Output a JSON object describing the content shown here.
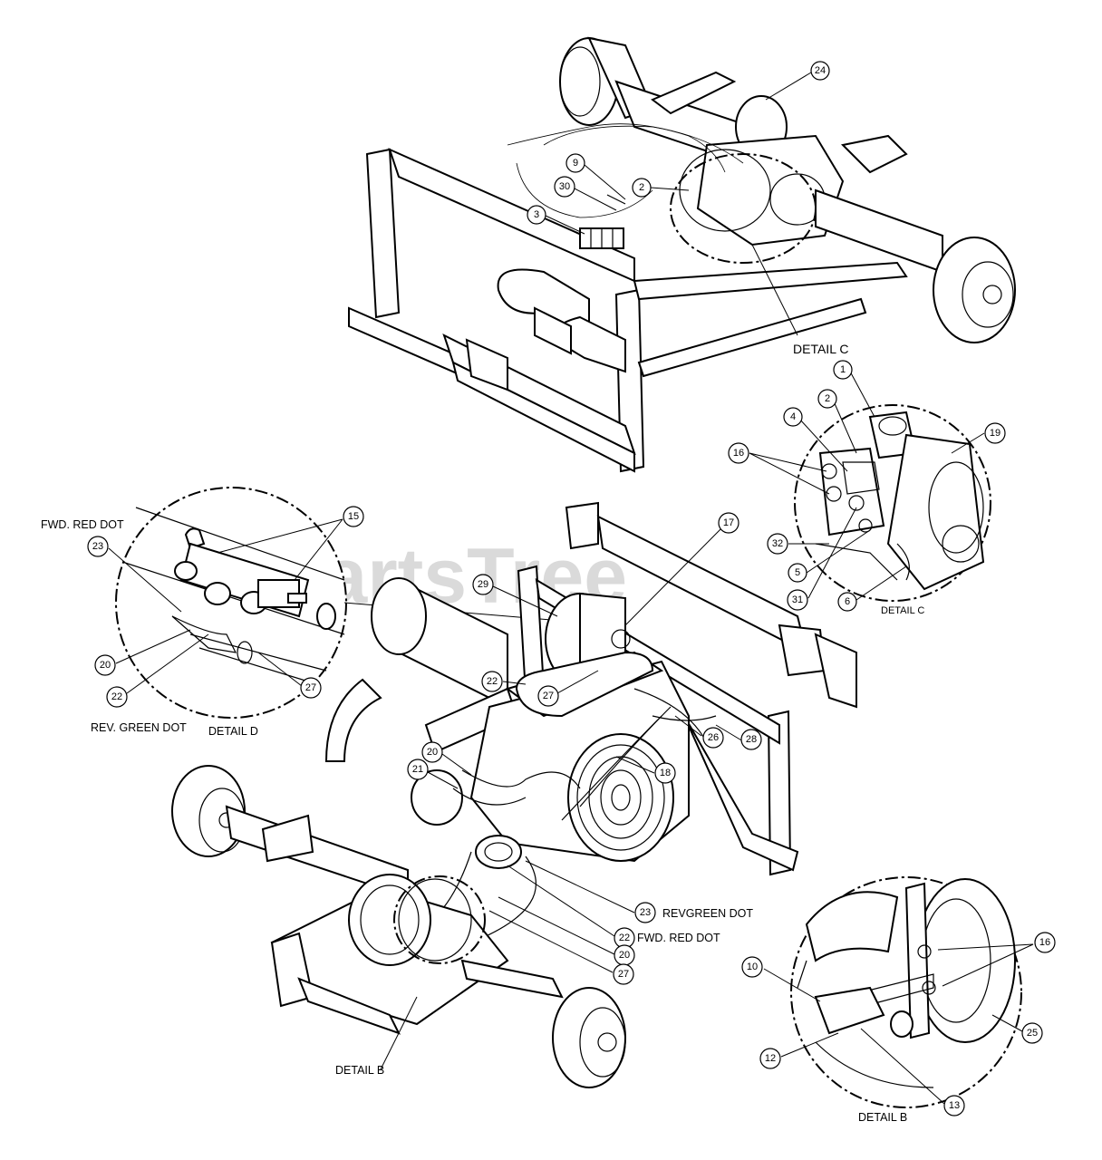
{
  "watermark": "PartsTree",
  "labels": {
    "detail_c_top": "DETAIL C",
    "detail_c_side": "DETAIL C",
    "detail_d": "DETAIL D",
    "detail_b_main": "DETAIL B",
    "detail_b_inset": "DETAIL B",
    "fwd_red_dot_d": "FWD. RED DOT",
    "rev_green_dot_d": "REV. GREEN DOT",
    "rev_green_dot_main": "REVGREEN DOT",
    "fwd_red_dot_main": "FWD. RED DOT"
  },
  "callouts": {
    "c24": "24",
    "c9": "9",
    "c30": "30",
    "c2a": "2",
    "c3": "3",
    "c1": "1",
    "c2b": "2",
    "c4": "4",
    "c16a": "16",
    "c19": "19",
    "c32": "32",
    "c5": "5",
    "c31": "31",
    "c6": "6",
    "c15": "15",
    "c23a": "23",
    "c20a": "20",
    "c22a": "22",
    "c27a": "27",
    "c17": "17",
    "c29": "29",
    "c27b": "27",
    "c22b": "22",
    "c26": "26",
    "c28": "28",
    "c20b": "20",
    "c21": "21",
    "c18": "18",
    "c23b": "23",
    "c22c": "22",
    "c20c": "20",
    "c27c": "27",
    "c16b": "16",
    "c10": "10",
    "c25": "25",
    "c12": "12",
    "c13": "13"
  }
}
